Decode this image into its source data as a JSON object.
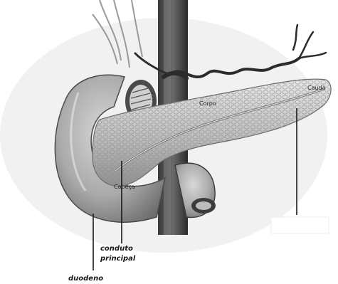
{
  "labels": {
    "corpo": "Corpo",
    "cauda": "Cauda",
    "cabeca": "Cabeça",
    "conduto_line1": "conduto",
    "conduto_line2": "principal",
    "duodeno": "duodeno"
  },
  "colors": {
    "background": "#ffffff",
    "organ_fill": "#b8b8b8",
    "organ_dark": "#5a5a5a",
    "vessel": "#2b2b2b"
  },
  "icons": {
    "blank_label_box": "white-rectangle"
  }
}
